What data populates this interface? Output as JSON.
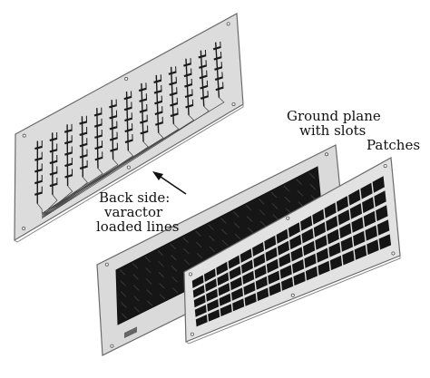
{
  "labels": {
    "back_side_line1": "Back side:",
    "back_side_line2": "varactor",
    "back_side_line3": "loaded lines",
    "ground_plane_line1": "Ground plane",
    "ground_plane_line2": "with slots",
    "patches": "Patches"
  },
  "colors": {
    "panel_fill": "#dedede",
    "panel_edge": "#6a6a6a",
    "slot_field": "#161616",
    "slot_line": "#3a3a3a",
    "patch_hole": "#151515",
    "varactor_line": "#1a1a1a",
    "label_text": "#111111"
  },
  "layout_notes": {
    "patch_rows": 5,
    "patch_columns": 16,
    "varactor_groups": 13
  }
}
